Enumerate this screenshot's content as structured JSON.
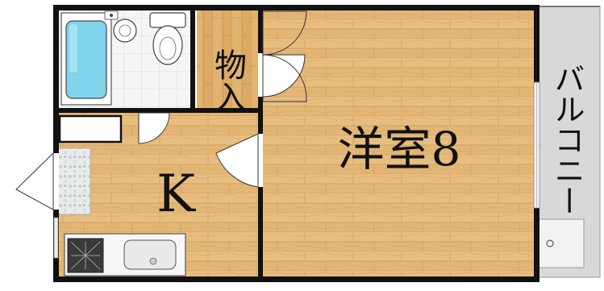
{
  "floorplan": {
    "rooms": {
      "western_room": "洋室8",
      "kitchen": "K",
      "storage": "物入",
      "balcony": "バルコニー"
    }
  },
  "colors": {
    "wood": "#e3b676",
    "wood_dark": "#c99a5c",
    "wall": "#111111",
    "tile": "#f3f3f3",
    "bath_water": "#7fd3ea",
    "balcony_floor": "#d6d6d6"
  }
}
